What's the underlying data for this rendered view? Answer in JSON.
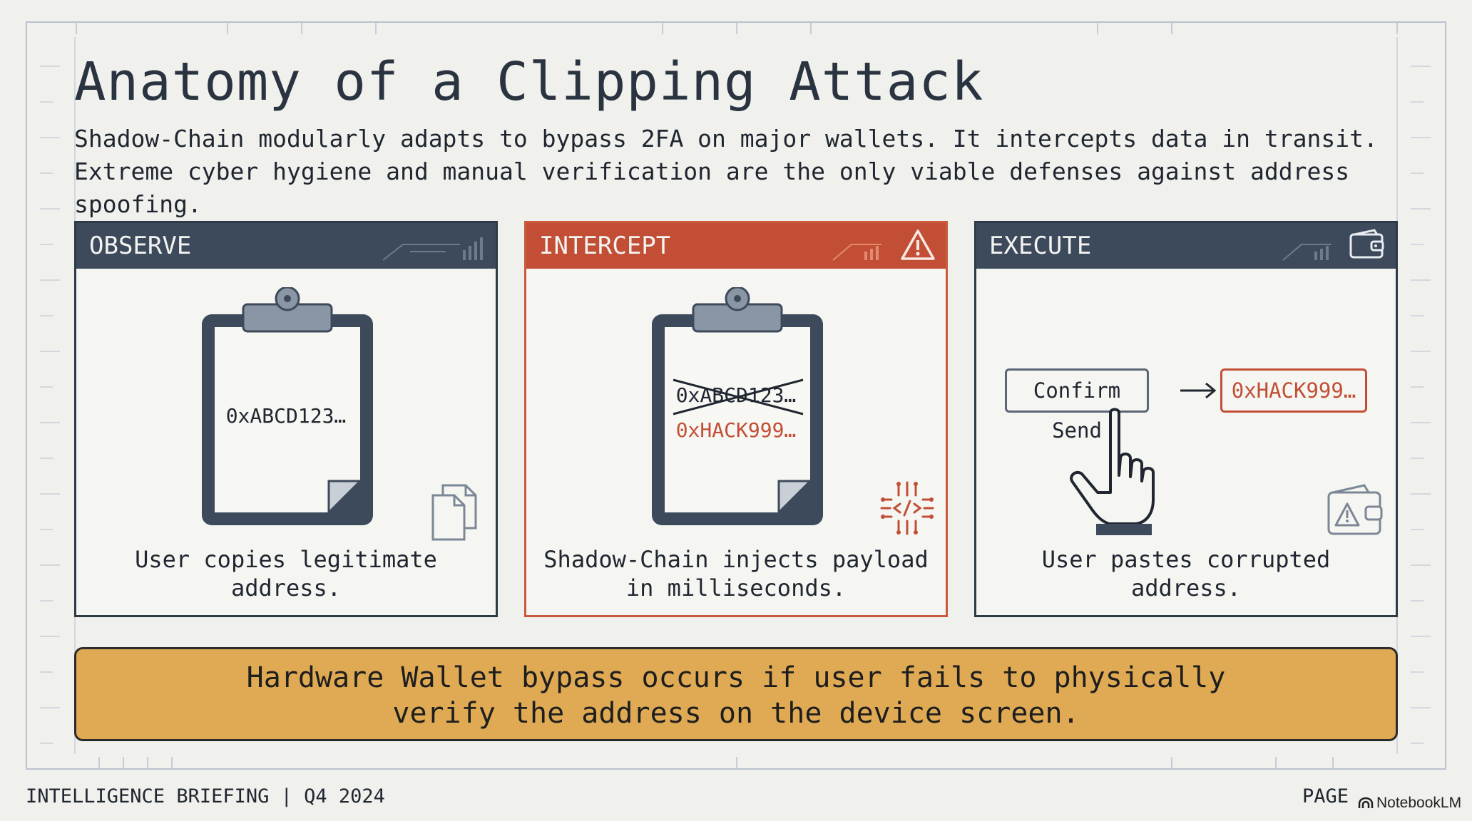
{
  "header": {
    "title": "Anatomy of a Clipping Attack",
    "subtitle_line1": "Shadow-Chain modularly adapts to bypass 2FA on major wallets. It intercepts data in transit.",
    "subtitle_line2": "Extreme cyber hygiene and manual verification are the only viable defenses against address spoofing."
  },
  "panels": [
    {
      "title": "OBSERVE",
      "clipboard_text": "0xABCD123…",
      "caption_line1": "User copies legitimate",
      "caption_line2": "address.",
      "header_icon": "signal-circuit-icon",
      "side_icon": "copy-documents-icon"
    },
    {
      "title": "INTERCEPT",
      "clipboard_text_struck": "0xABCD123…",
      "clipboard_text_injected": "0xHACK999…",
      "caption_line1": "Shadow-Chain injects payload",
      "caption_line2": "in milliseconds.",
      "header_icon": "warning-triangle-icon",
      "side_icon": "code-chip-icon"
    },
    {
      "title": "EXECUTE",
      "button_label": "Confirm Send",
      "target_address": "0xHACK999…",
      "caption_line1": "User pastes corrupted",
      "caption_line2": "address.",
      "header_icon": "wallet-icon",
      "side_icon": "wallet-warning-icon"
    }
  ],
  "banner": {
    "line1": "Hardware Wallet bypass occurs if user fails to physically",
    "line2": "verify the address on the device screen."
  },
  "footer": {
    "left": "INTELLIGENCE BRIEFING | Q4 2024",
    "right": "PAGE",
    "watermark": "NotebookLM"
  },
  "colors": {
    "background": "#f0f0ec",
    "header_dark": "#3d4a5c",
    "alert_red": "#c24f35",
    "banner_gold": "#dfaa53"
  }
}
